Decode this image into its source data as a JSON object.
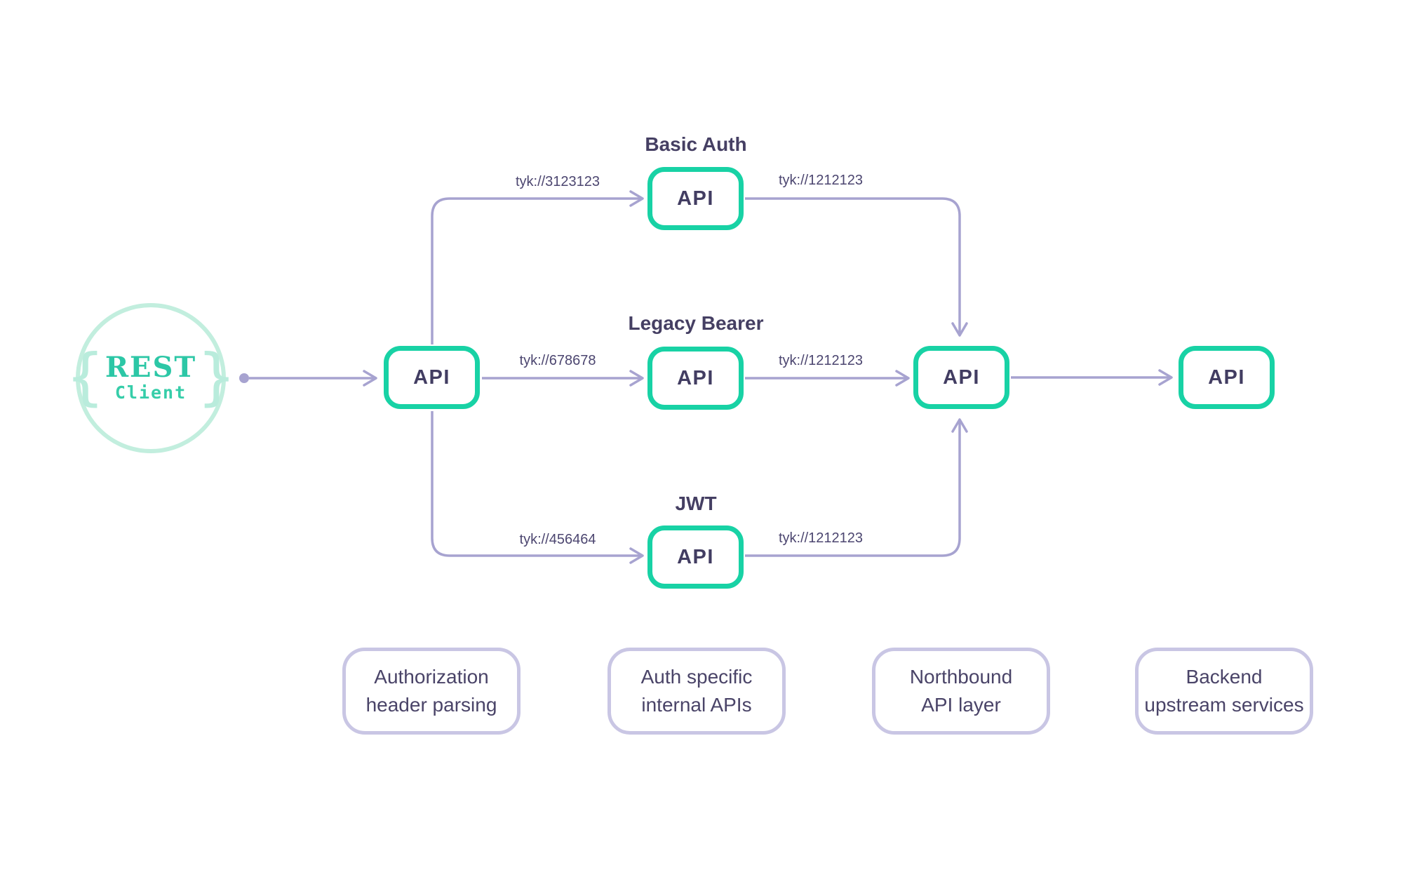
{
  "colors": {
    "node_border_teal": "#18d2a5",
    "edge_purple": "#a7a3d0",
    "caption_border_lavender": "#c9c6e4",
    "text_dark": "#453f63",
    "client_ring_mint": "#c2eede",
    "client_text_teal": "#2cc7a6"
  },
  "client": {
    "brace_left": "{",
    "brace_right": "}",
    "title": "REST",
    "subtitle": "Client"
  },
  "nodes": {
    "gateway": {
      "label": "API"
    },
    "basic_auth": {
      "title": "Basic Auth",
      "label": "API"
    },
    "legacy_bearer": {
      "title": "Legacy Bearer",
      "label": "API"
    },
    "jwt": {
      "title": "JWT",
      "label": "API"
    },
    "northbound": {
      "label": "API"
    },
    "backend": {
      "label": "API"
    }
  },
  "edges": {
    "gateway_to_basic": "tyk://3123123",
    "gateway_to_legacy": "tyk://678678",
    "gateway_to_jwt": "tyk://456464",
    "basic_to_northbound": "tyk://1212123",
    "legacy_to_northbound": "tyk://1212123",
    "jwt_to_northbound": "tyk://1212123"
  },
  "captions": [
    {
      "line1": "Authorization",
      "line2": "header parsing"
    },
    {
      "line1": "Auth specific",
      "line2": "internal APIs"
    },
    {
      "line1": "Northbound",
      "line2": "API layer"
    },
    {
      "line1": "Backend",
      "line2": "upstream services"
    }
  ]
}
